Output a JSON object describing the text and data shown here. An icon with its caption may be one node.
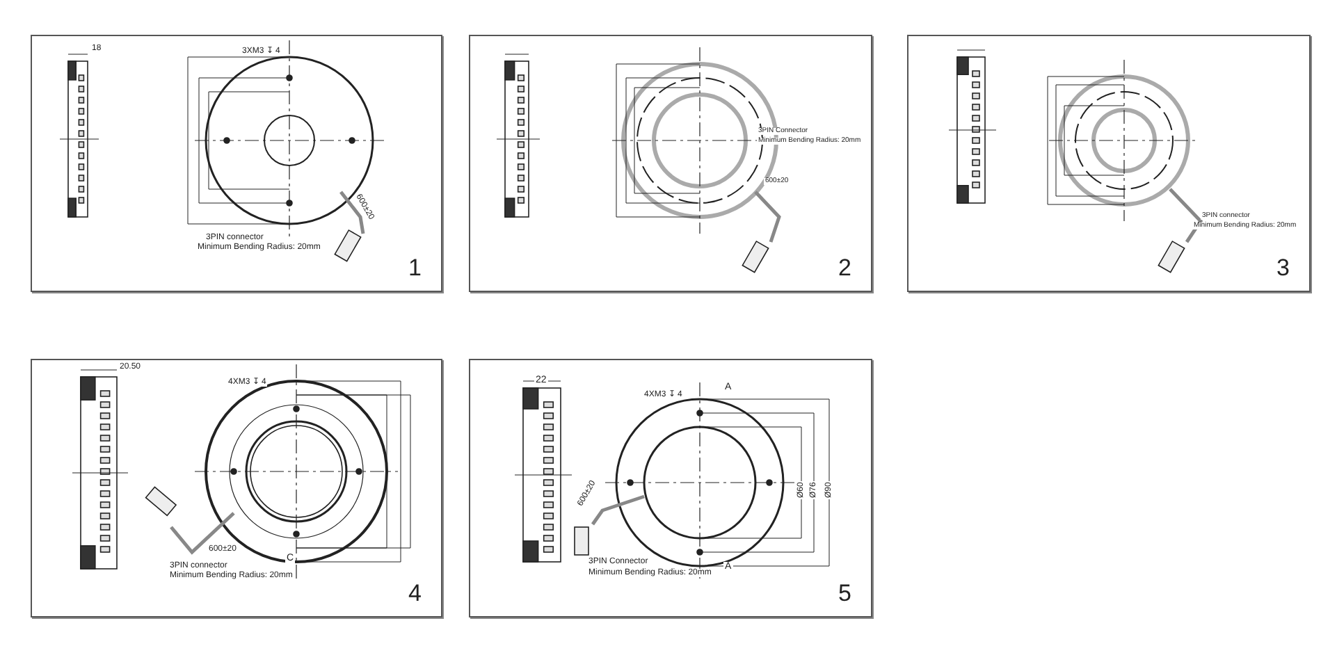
{
  "diagram": {
    "nodes": [
      {
        "text": [
          "1"
        ]
      },
      {
        "text": [
          "2"
        ]
      },
      {
        "text": [
          "3"
        ]
      },
      {
        "text": [
          "4"
        ]
      },
      {
        "text": [
          "5"
        ]
      }
    ],
    "labels": [
      "18",
      "3XM3 ↧ 4",
      "600±20",
      "3PIN connector",
      "Minimum Bending Radius: 20mm",
      "3PIN Connector",
      "Minimum Bending Radius: 20mm",
      "600±20",
      "3PIN connector",
      "Minimum Bending Radius: 20mm",
      "20.50",
      "4XM3 ↧ 4",
      "600±20",
      "3PIN connector",
      "Minimum Bending Radius: 20mm",
      "C",
      "22",
      "4XM3 ↧ 4",
      "A",
      "Ø60",
      "Ø76",
      "Ø90",
      "600±20",
      "3PIN Connector",
      "Minimum Bending Radius: 20mm",
      "A"
    ]
  }
}
